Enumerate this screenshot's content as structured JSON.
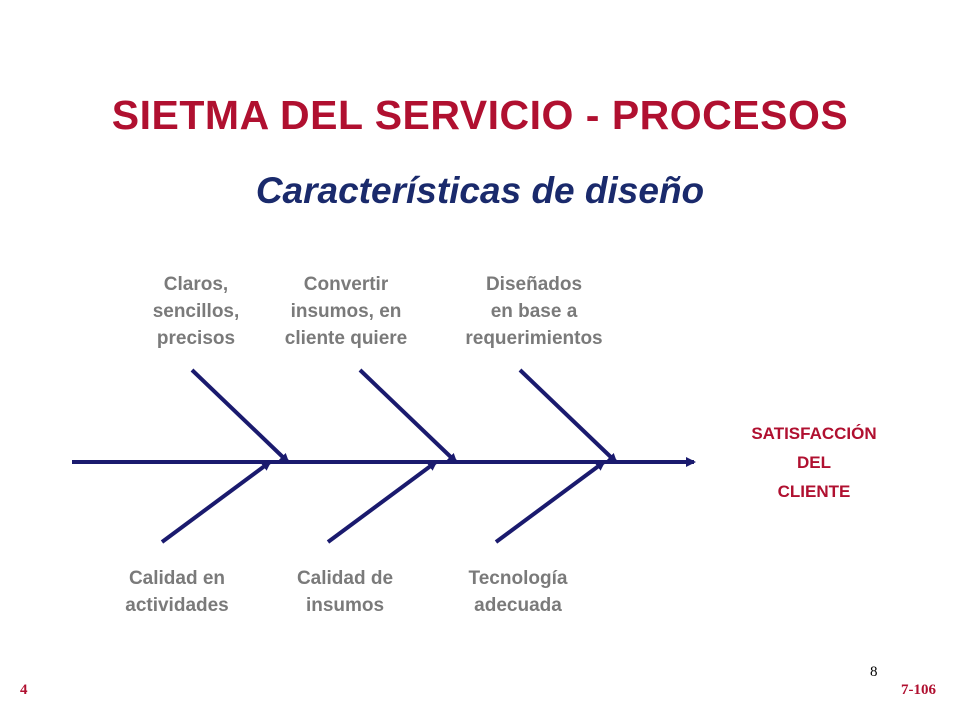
{
  "slide": {
    "title": "SIETMA DEL SERVICIO - PROCESOS",
    "subtitle": "Características de diseño"
  },
  "diagram": {
    "top_causes": [
      {
        "label": "Claros,\nsencillos,\nprecisos"
      },
      {
        "label": "Convertir\ninsumos, en\ncliente quiere"
      },
      {
        "label": "Diseñados\nen base a\nrequerimientos"
      }
    ],
    "bottom_causes": [
      {
        "label": "Calidad en\nactividades"
      },
      {
        "label": "Calidad de\ninsumos"
      },
      {
        "label": "Tecnología\nadecuada"
      }
    ],
    "effect": "SATISFACCIÓN\nDEL\nCLIENTE",
    "line_color": "#1a1a6e"
  },
  "footer": {
    "left": "4",
    "right": "7-106",
    "page_number": "8"
  }
}
